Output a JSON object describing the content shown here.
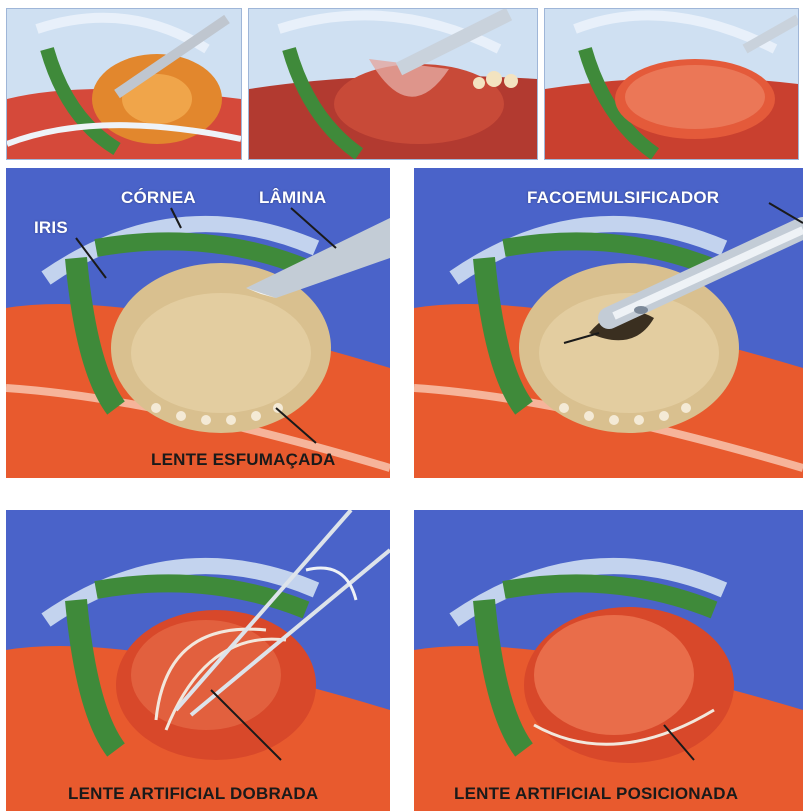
{
  "colors": {
    "background_blue": "#4a63c9",
    "lens_tan": "#d9c08f",
    "eye_red": "#e85a2e",
    "iris_green": "#3f8a3a",
    "cornea_light": "#d8e6f5"
  },
  "panels": {
    "step1": {
      "label_cornea": "CÓRNEA",
      "label_blade": "LÂMINA",
      "label_iris": "IRIS",
      "label_lens": "LENTE ESFUMAÇADA"
    },
    "step2": {
      "label_tool": "FACOEMULSIFICADOR"
    },
    "step3": {
      "label_lens": "LENTE ARTIFICIAL DOBRADA"
    },
    "step4": {
      "label_lens": "LENTE ARTIFICIAL POSICIONADA"
    }
  }
}
